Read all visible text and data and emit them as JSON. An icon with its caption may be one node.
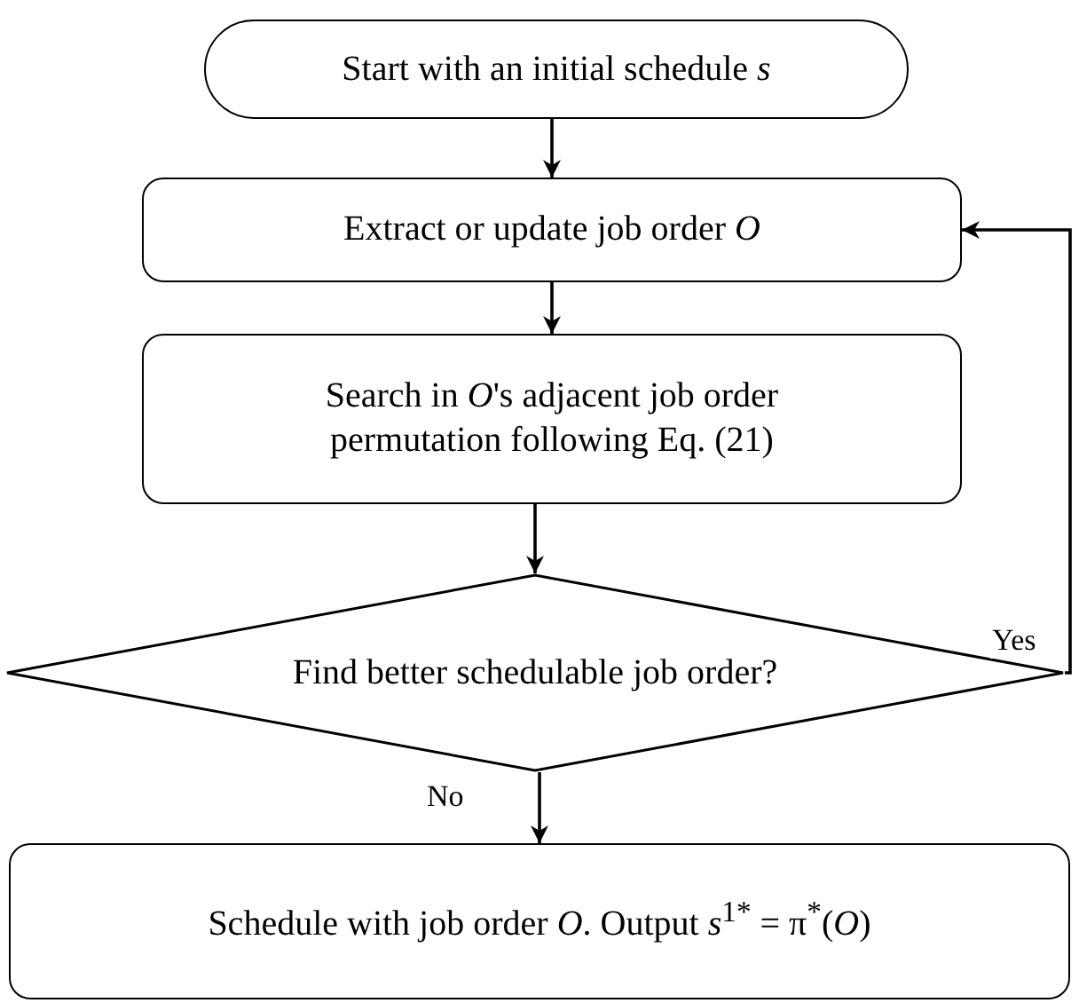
{
  "diagram": {
    "nodes": [
      {
        "text": [
          "Start with an initial schedule *s*"
        ]
      },
      {
        "text": [
          "Extract or update job order *O*"
        ]
      },
      {
        "text": [
          "Search in *O*'s adjacent job order permutation following Eq. (21)"
        ]
      },
      {
        "text": [
          "Find better schedulable job order?"
        ]
      },
      {
        "text": [
          "Schedule with job order *O*. Output *s*$^{1*}$ = π$^{*}$(*O*)"
        ]
      }
    ],
    "edges": [
      {
        "from": 0,
        "to": 1,
        "arrow": "to"
      },
      {
        "from": 1,
        "to": 2,
        "arrow": "to"
      },
      {
        "from": 2,
        "to": 3,
        "arrow": "to"
      },
      {
        "from": 3,
        "to": 4,
        "arrow": "to",
        "label": "No"
      },
      {
        "from": 3,
        "to": 1,
        "arrow": "to",
        "label": "Yes"
      }
    ]
  }
}
